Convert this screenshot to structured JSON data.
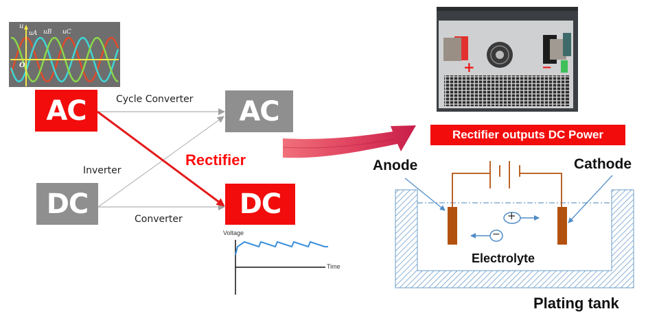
{
  "waveform_panel": {
    "axis_label_y": "u",
    "origin_label": "O",
    "phases": [
      "uA",
      "uB",
      "uC"
    ],
    "phase_colors": {
      "uA": "#e04b2a",
      "uB": "#3fd6d6",
      "uC": "#8ad84a"
    },
    "axis_color": "#f4e84a",
    "background": "#6e6e6e"
  },
  "conversion_diagram": {
    "nodes": {
      "ac_source": "AC",
      "ac_target": "AC",
      "dc_source": "DC",
      "dc_target": "DC"
    },
    "edges": {
      "ac_to_ac": "Cycle Converter",
      "dc_to_ac": "Inverter",
      "dc_to_dc": "Converter",
      "ac_to_dc": "Rectifier"
    },
    "colors": {
      "highlight": "#f20c0c",
      "neutral": "#8f8f8f"
    }
  },
  "voltage_plot": {
    "ylabel": "Voltage",
    "xlabel": "Time",
    "ripple_peaks": 5,
    "line_color": "#3a8fdc"
  },
  "rectifier_photo": {
    "positive_mark": "+",
    "negative_mark": "−"
  },
  "banner": {
    "text": "Rectifier outputs DC Power"
  },
  "plating": {
    "anode_label": "Anode",
    "cathode_label": "Cathode",
    "electrolyte_label": "Electrolyte",
    "tank_label": "Plating tank",
    "positive_ion": "+",
    "negative_ion": "−",
    "electrode_color": "#b3520f",
    "tank_color": "#6a9cc8"
  }
}
